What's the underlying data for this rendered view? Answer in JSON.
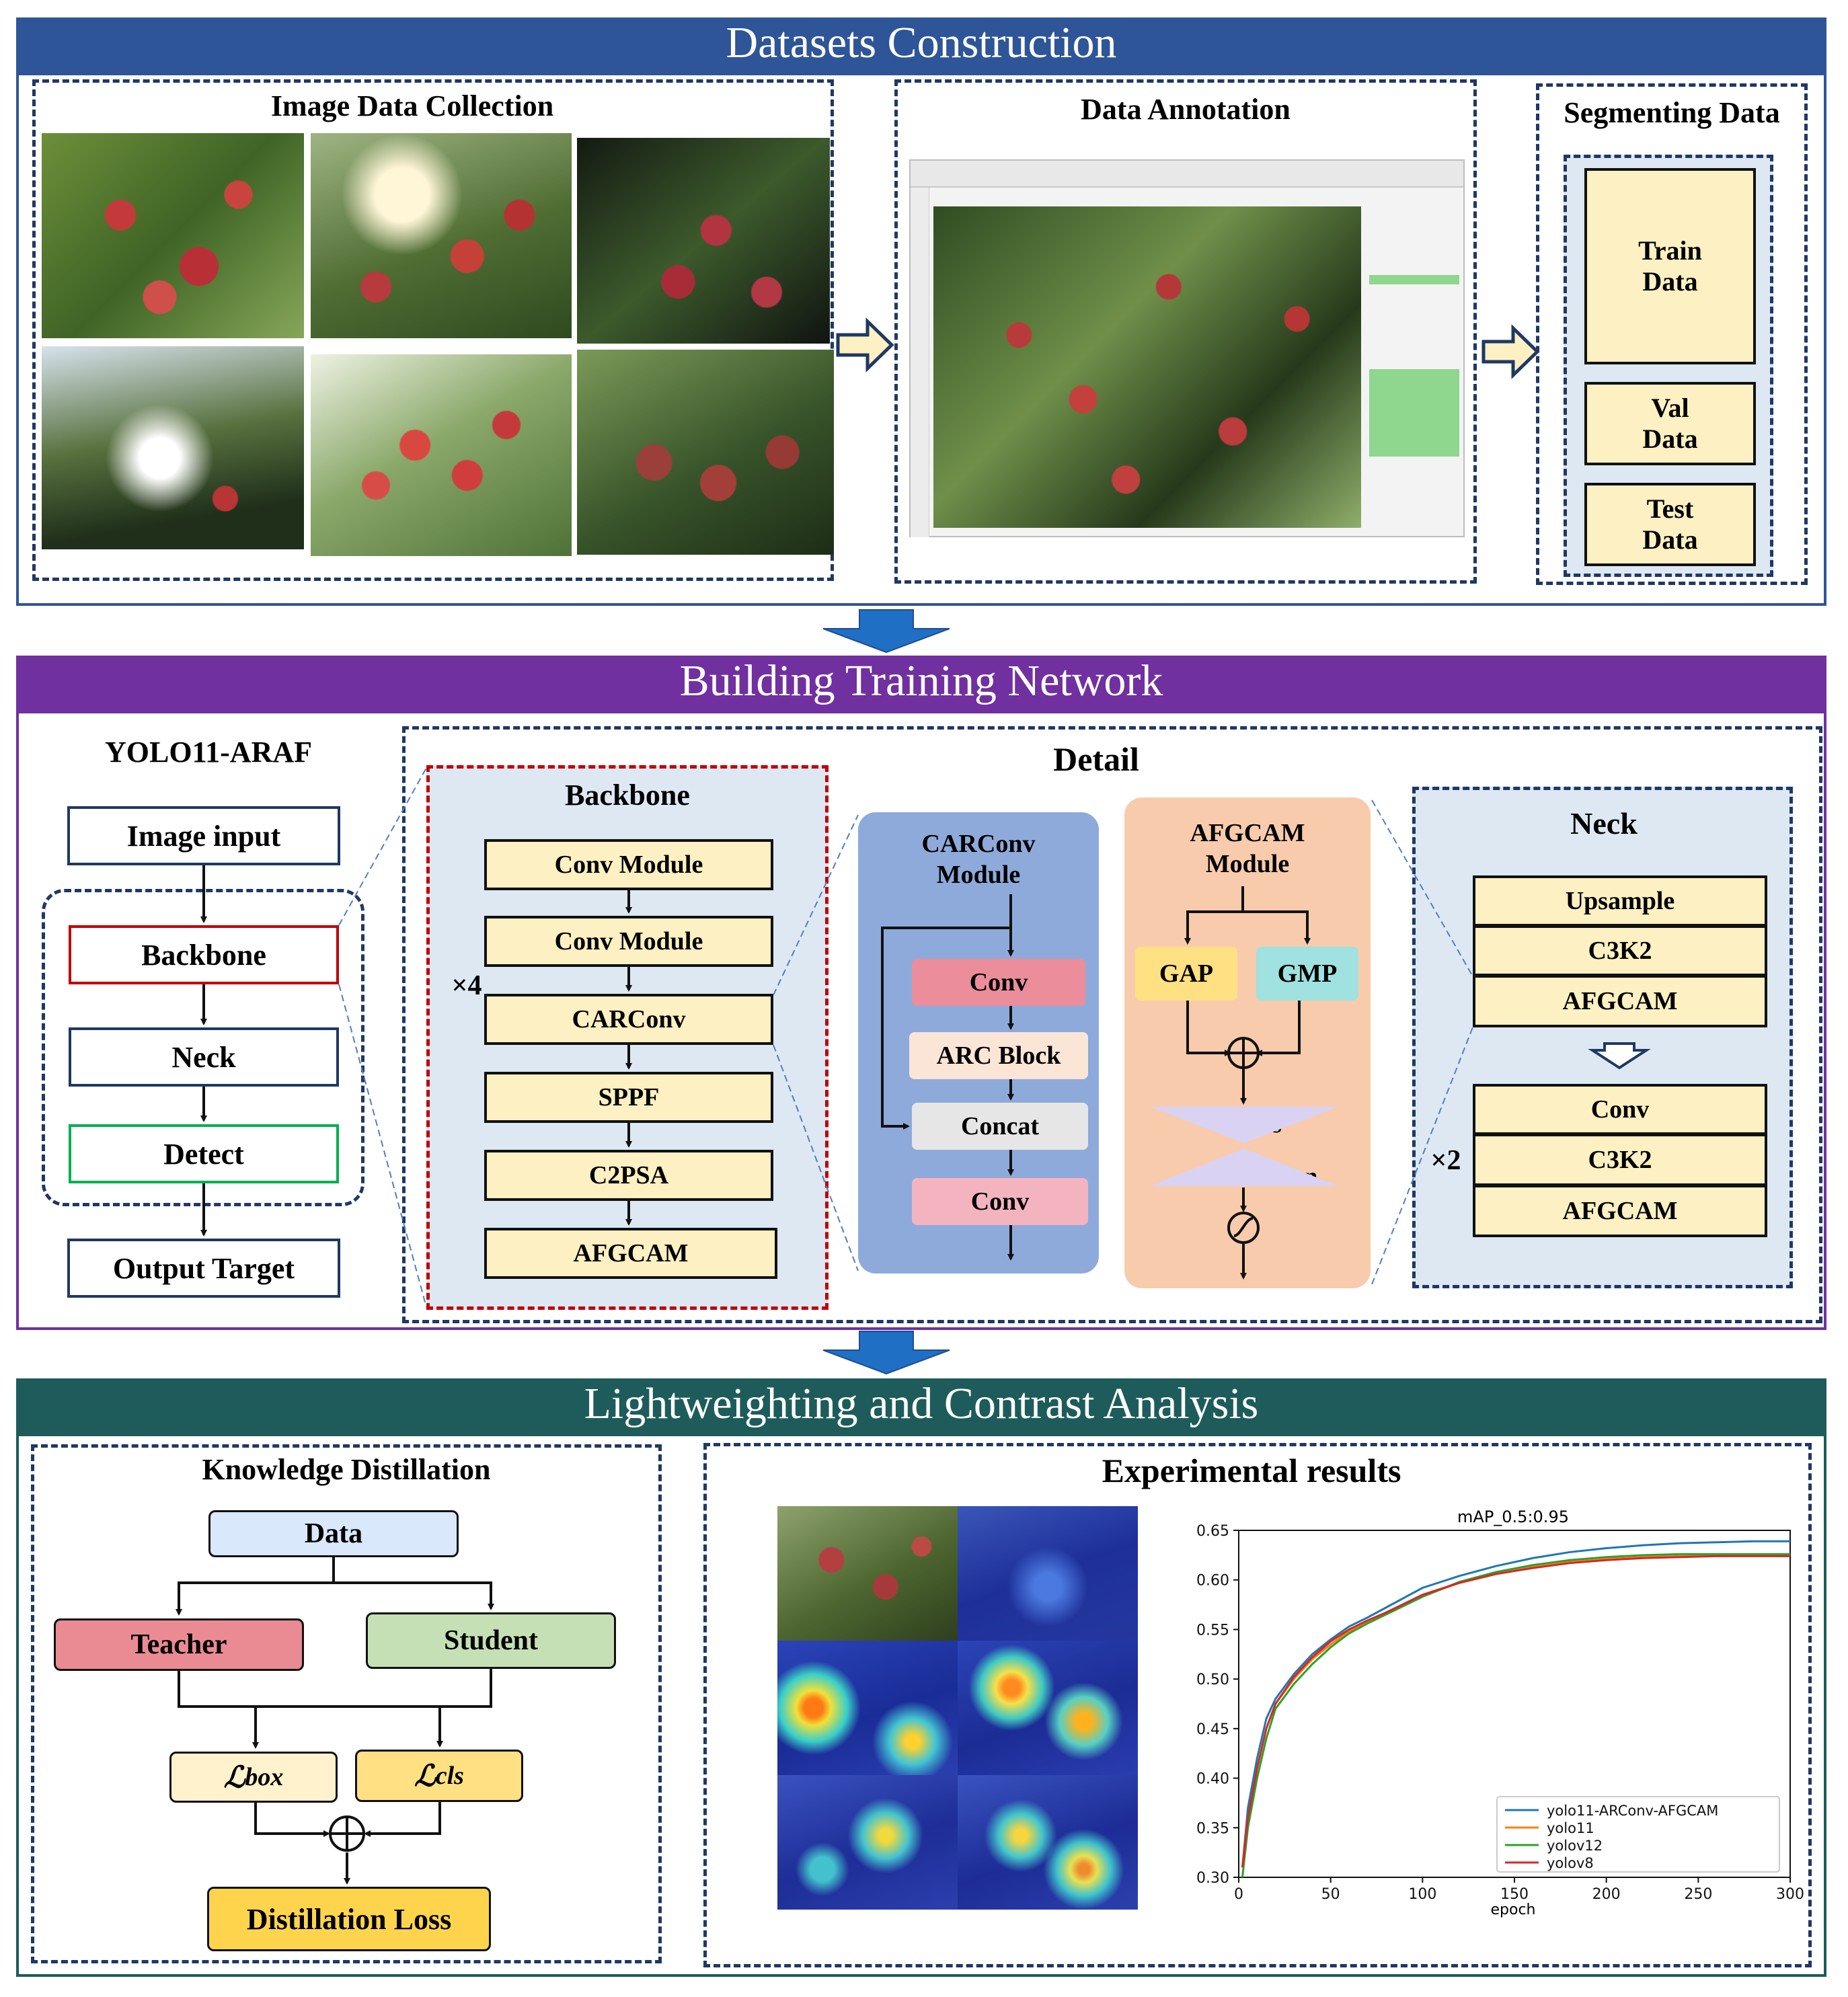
{
  "sections": {
    "datasets": {
      "title": "Datasets Construction",
      "collection_title": "Image Data Collection",
      "annotation_title": "Data Annotation",
      "segment_title": "Segmenting Data",
      "train": "Train Data",
      "val": "Val Data",
      "test": "Test Data"
    },
    "network": {
      "title": "Building Training Network",
      "model_name": "YOLO11-ARAF",
      "flow": [
        "Image input",
        "Backbone",
        "Neck",
        "Detect",
        "Output Target"
      ],
      "detail_title": "Detail",
      "backbone_title": "Backbone",
      "backbone_items": [
        "Conv Module",
        "Conv Module",
        "CARConv",
        "SPPF",
        "C2PSA",
        "AFGCAM"
      ],
      "backbone_repeat": "×4",
      "carconv_title": "CARConv Module",
      "carconv_items": [
        "Conv",
        "ARC Block",
        "Concat",
        "Conv"
      ],
      "afgcam_title": "AFGCAM Module",
      "gap": "GAP",
      "gmp": "GMP",
      "cross": "Cross",
      "correlation": "correlation",
      "neck_title": "Neck",
      "neck_top": [
        "Upsample",
        "C3K2",
        "AFGCAM"
      ],
      "neck_bottom": [
        "Conv",
        "C3K2",
        "AFGCAM"
      ],
      "neck_repeat": "×2"
    },
    "analysis": {
      "title": "Lightweighting and Contrast Analysis",
      "kd_title": "Knowledge Distillation",
      "data": "Data",
      "teacher": "Teacher",
      "student": "Student",
      "loss_box": "box",
      "loss_cls": "cls",
      "loss_symbol": "ℒ",
      "distillation_loss": "Distillation Loss",
      "results_title": "Experimental results"
    }
  },
  "colors": {
    "datasets_header": "#2e5597",
    "network_header": "#7030a0",
    "analysis_header": "#1d5c5a"
  },
  "chart_data": {
    "type": "line",
    "title": "mAP_0.5:0.95",
    "xlabel": "epoch",
    "ylabel": "",
    "xlim": [
      0,
      300
    ],
    "ylim": [
      0.3,
      0.65
    ],
    "xticks": [
      "0",
      "50",
      "100",
      "150",
      "200",
      "250",
      "300"
    ],
    "yticks": [
      "0.30",
      "0.35",
      "0.40",
      "0.45",
      "0.50",
      "0.55",
      "0.60",
      "0.65"
    ],
    "legend_position": "bottom-right",
    "x": [
      2,
      5,
      10,
      15,
      20,
      30,
      40,
      50,
      60,
      70,
      80,
      90,
      100,
      120,
      140,
      160,
      180,
      200,
      220,
      240,
      260,
      280,
      300
    ],
    "series": [
      {
        "name": "yolo11-ARConv-AFGCAM",
        "color": "#1f77b4",
        "values": [
          0.31,
          0.37,
          0.42,
          0.46,
          0.48,
          0.505,
          0.525,
          0.54,
          0.553,
          0.562,
          0.572,
          0.582,
          0.592,
          0.604,
          0.614,
          0.622,
          0.628,
          0.632,
          0.635,
          0.637,
          0.638,
          0.639,
          0.639
        ]
      },
      {
        "name": "yolo11",
        "color": "#ff7f0e",
        "values": [
          0.31,
          0.36,
          0.41,
          0.45,
          0.475,
          0.5,
          0.52,
          0.535,
          0.548,
          0.557,
          0.566,
          0.575,
          0.584,
          0.597,
          0.606,
          0.613,
          0.618,
          0.621,
          0.623,
          0.624,
          0.625,
          0.625,
          0.625
        ]
      },
      {
        "name": "yolov12",
        "color": "#2ca02c",
        "values": [
          0.3,
          0.35,
          0.4,
          0.44,
          0.47,
          0.495,
          0.515,
          0.532,
          0.546,
          0.556,
          0.565,
          0.574,
          0.583,
          0.598,
          0.608,
          0.615,
          0.62,
          0.623,
          0.625,
          0.626,
          0.626,
          0.626,
          0.626
        ]
      },
      {
        "name": "yolov8",
        "color": "#d62728",
        "values": [
          0.31,
          0.36,
          0.41,
          0.45,
          0.475,
          0.502,
          0.522,
          0.538,
          0.55,
          0.559,
          0.567,
          0.576,
          0.585,
          0.597,
          0.606,
          0.612,
          0.617,
          0.62,
          0.622,
          0.623,
          0.624,
          0.624,
          0.624
        ]
      }
    ]
  }
}
